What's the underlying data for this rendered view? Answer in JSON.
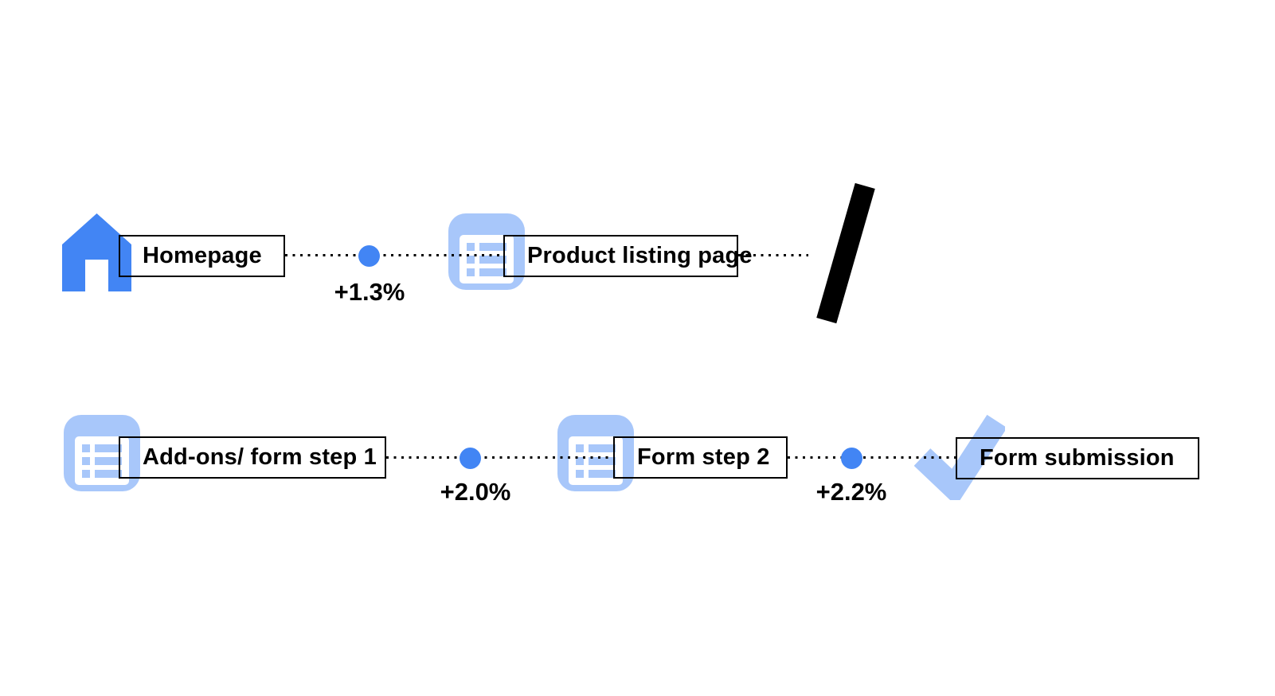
{
  "palette": {
    "primary_blue": "#4285F4",
    "light_blue": "#A8C7FA",
    "line_color": "#000000",
    "background": "#FFFFFF"
  },
  "diagram": {
    "type": "conversion-flow",
    "row1": {
      "node1": {
        "icon": "home-icon",
        "label": "Homepage"
      },
      "connector1": {
        "delta": "+1.3%"
      },
      "node2": {
        "icon": "list-icon",
        "label": "Product listing page"
      },
      "end": {
        "icon": "slash-icon"
      }
    },
    "row2": {
      "node1": {
        "icon": "list-icon",
        "label": "Add-ons/ form step 1"
      },
      "connector1": {
        "delta": "+2.0%"
      },
      "node2": {
        "icon": "list-icon",
        "label": "Form step 2"
      },
      "connector2": {
        "delta": "+2.2%"
      },
      "node3": {
        "icon": "check-icon",
        "label": "Form submission"
      }
    }
  }
}
